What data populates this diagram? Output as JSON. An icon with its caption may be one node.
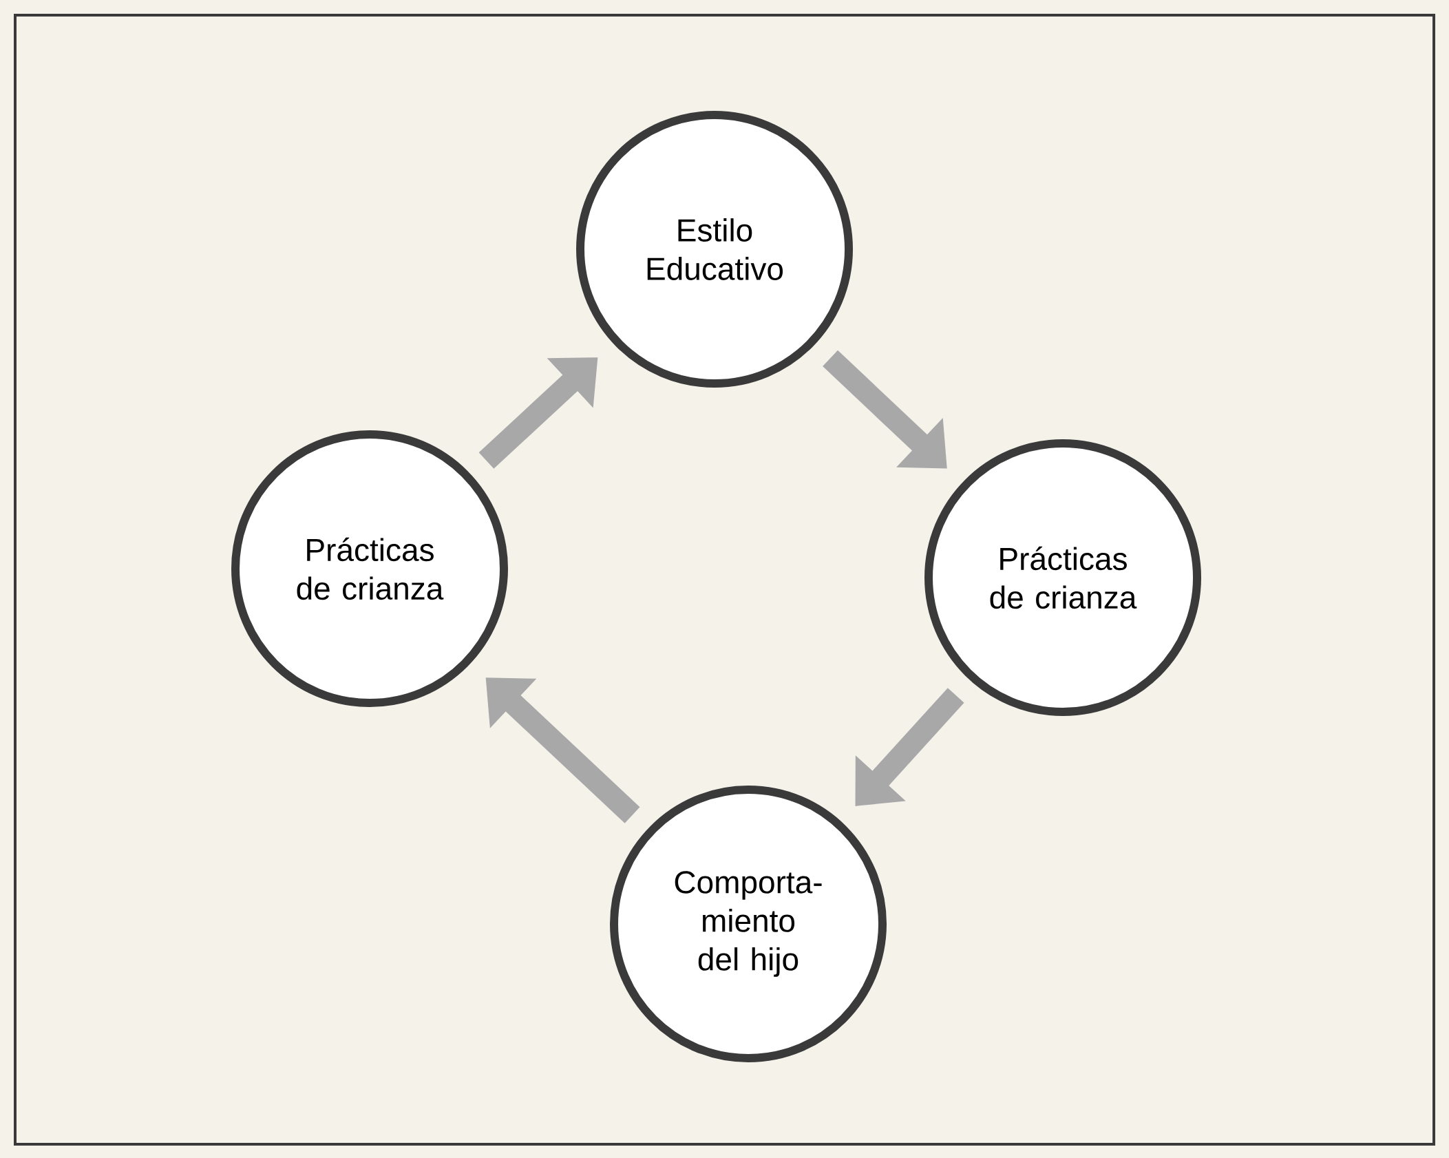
{
  "diagram": {
    "nodes": [
      {
        "text": [
          "Estilo Educativo"
        ]
      },
      {
        "text": [
          "Prácticas de crianza"
        ]
      },
      {
        "text": [
          "Prácticas de crianza"
        ]
      },
      {
        "text": [
          "Comporta-miento del hijo"
        ]
      }
    ],
    "edges": [
      {
        "from": 0,
        "to": 1,
        "arrow": "to"
      },
      {
        "from": 1,
        "to": 3,
        "arrow": "to"
      },
      {
        "from": 3,
        "to": 2,
        "arrow": "to"
      },
      {
        "from": 2,
        "to": 0,
        "arrow": "to"
      }
    ]
  }
}
